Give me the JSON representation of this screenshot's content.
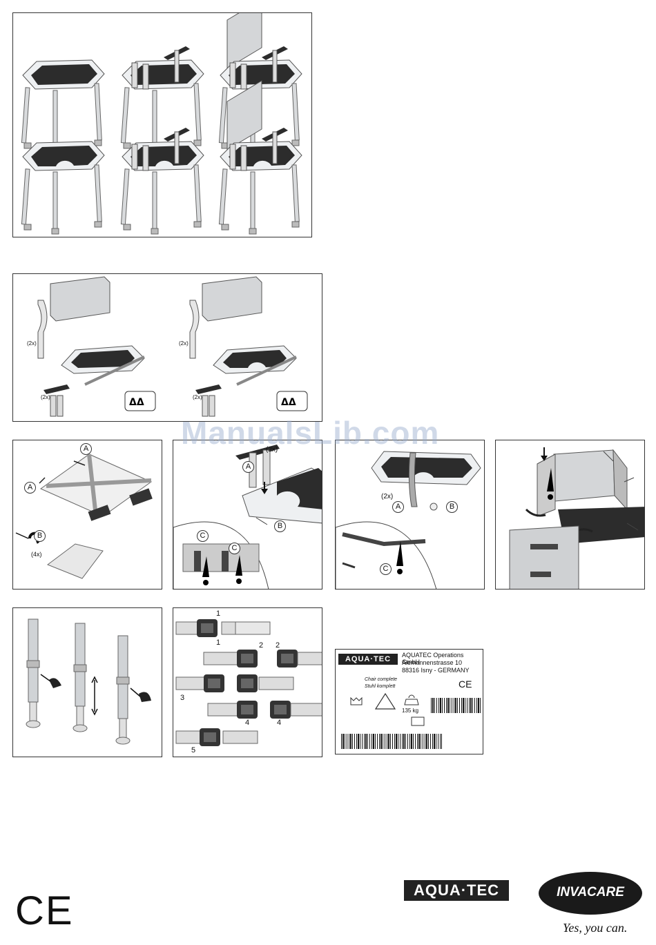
{
  "watermark": "ManualsLib.com",
  "panel2": {
    "qty_back": "(2x)",
    "qty_arm": "(2x)",
    "qty_back_b": "(2x)",
    "qty_arm_b": "(2x)"
  },
  "panel3": {
    "a1": "A",
    "a2": "A",
    "b": "B",
    "qty": "(4x)"
  },
  "panel4": {
    "qty": "(2x)",
    "a": "A",
    "b": "B",
    "c1": "C",
    "c2": "C"
  },
  "panel5": {
    "qty": "(2x)",
    "a": "A",
    "b": "B",
    "c": "C"
  },
  "panel9": {
    "s1a": "1",
    "s1b": "1",
    "s2a": "2",
    "s2b": "2",
    "s3": "3",
    "s4a": "4",
    "s4b": "4",
    "s5": "5"
  },
  "product_label": {
    "brand": "AQUA·TEC",
    "company": "AQUATEC Operations GmbH",
    "street": "Alemannenstrasse 10",
    "city": "88316 Isny - GERMANY",
    "product_en": "Chair complete",
    "product_de": "Stuhl komplett",
    "ce": "CE",
    "max_load": "135 kg"
  },
  "footer": {
    "ce_mark": "CE",
    "aquatec_logo": "AQUA·TEC",
    "invacare_logo": "INVACARE",
    "slogan": "Yes, you can."
  }
}
